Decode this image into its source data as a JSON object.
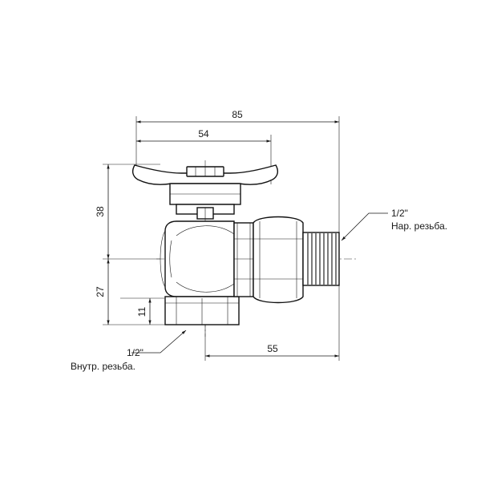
{
  "drawing": {
    "dimensions": {
      "overall_width": "85",
      "handle_width": "54",
      "upper_height": "38",
      "lower_height": "27",
      "thread_length": "11",
      "outlet_length": "55"
    },
    "callouts": {
      "outlet_size": "1/2\"",
      "outlet_thread": "Нар. резьба.",
      "inlet_size": "1/2\"",
      "inlet_thread": "Внутр. резьба."
    }
  }
}
